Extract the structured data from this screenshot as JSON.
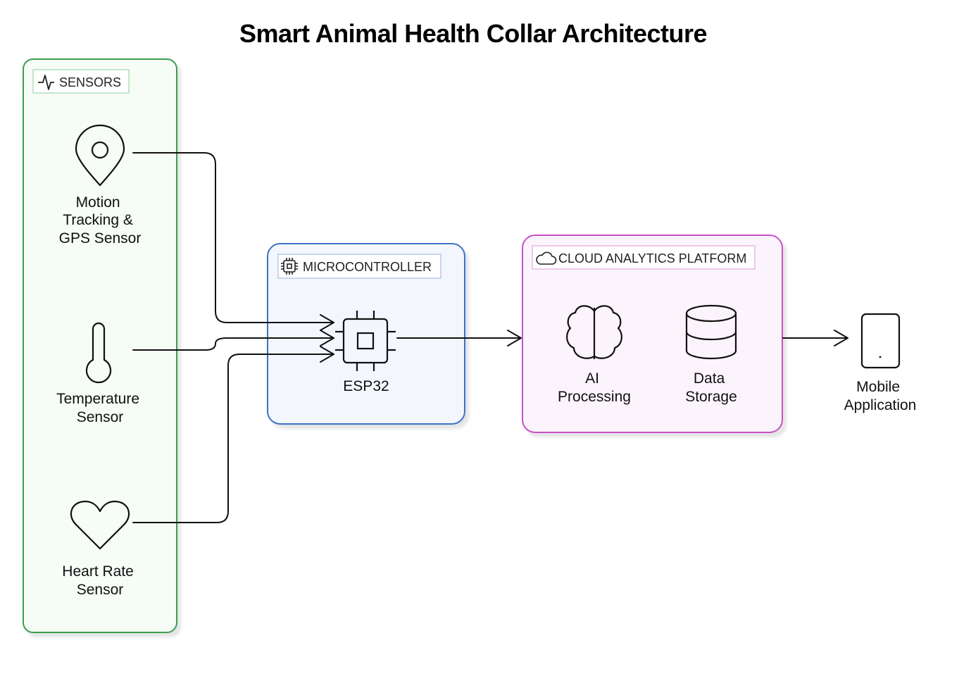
{
  "title": "Smart Animal Health Collar Architecture",
  "groups": {
    "sensors": {
      "label": "SENSORS",
      "icon": "activity-pulse-icon",
      "color": "#3a9d4f",
      "fill": "#f6fcf6"
    },
    "microcontroller": {
      "label": "MICROCONTROLLER",
      "icon": "chip-icon",
      "color": "#3c72c8",
      "fill": "#f3f6fc"
    },
    "cloud": {
      "label": "CLOUD ANALYTICS PLATFORM",
      "icon": "cloud-icon",
      "color": "#c84fc8",
      "fill": "#fcf4fc"
    }
  },
  "nodes": {
    "gps": {
      "lines": [
        "Motion",
        "Tracking &",
        "GPS Sensor"
      ],
      "icon": "map-pin-icon"
    },
    "temperature": {
      "lines": [
        "Temperature",
        "Sensor"
      ],
      "icon": "thermometer-icon"
    },
    "heart": {
      "lines": [
        "Heart Rate",
        "Sensor"
      ],
      "icon": "heart-icon"
    },
    "esp32": {
      "lines": [
        "ESP32"
      ],
      "icon": "cpu-chip-icon"
    },
    "ai": {
      "lines": [
        "AI",
        "Processing"
      ],
      "icon": "brain-icon"
    },
    "storage": {
      "lines": [
        "Data",
        "Storage"
      ],
      "icon": "database-icon"
    },
    "mobile": {
      "lines": [
        "Mobile",
        "Application"
      ],
      "icon": "smartphone-icon"
    }
  },
  "edges": [
    {
      "from": "gps",
      "to": "esp32"
    },
    {
      "from": "temperature",
      "to": "esp32"
    },
    {
      "from": "heart",
      "to": "esp32"
    },
    {
      "from": "esp32",
      "to": "cloud"
    },
    {
      "from": "cloud",
      "to": "mobile"
    }
  ]
}
